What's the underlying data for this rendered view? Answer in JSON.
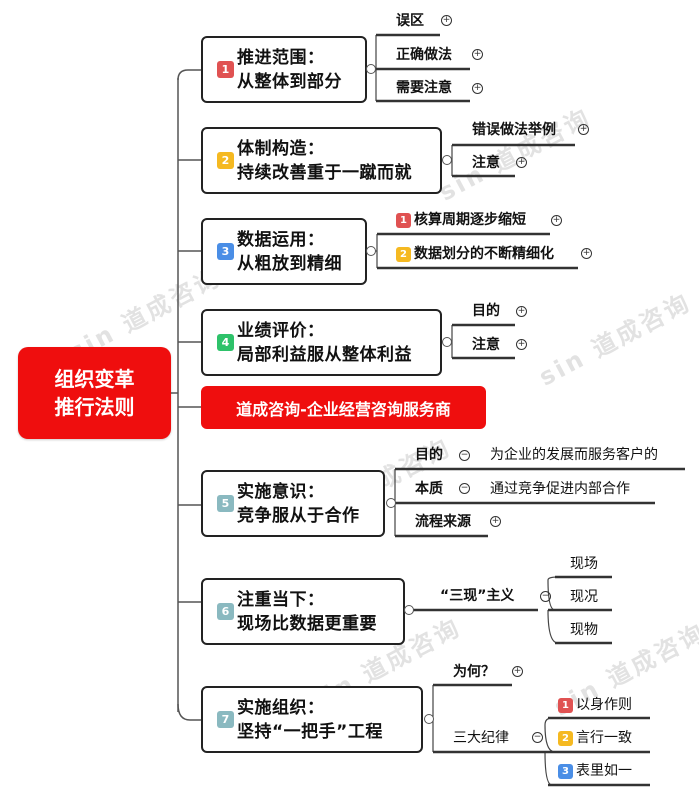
{
  "root": {
    "line1": "组织变革",
    "line2": "推行法则",
    "color": "#ef0e0e"
  },
  "banner": {
    "label": "道成咨询-企业经营咨询服务商",
    "color": "#ef0e0e"
  },
  "badge_colors": {
    "red": "#e05252",
    "yellow": "#f5b921",
    "blue": "#4a8ee6",
    "green": "#2ec26a",
    "teal": "#8ab9c0"
  },
  "topics": [
    {
      "num": "1",
      "title": "推进范围：",
      "subtitle": "从整体到部分",
      "badge_color": "#e05252",
      "children": [
        {
          "label": "误区",
          "expand": "+"
        },
        {
          "label": "正确做法",
          "expand": "+"
        },
        {
          "label": "需要注意",
          "expand": "+"
        }
      ]
    },
    {
      "num": "2",
      "title": "体制构造：",
      "subtitle": "持续改善重于一蹴而就",
      "badge_color": "#f5b921",
      "children": [
        {
          "label": "错误做法举例",
          "expand": "+"
        },
        {
          "label": "注意",
          "expand": "+"
        }
      ]
    },
    {
      "num": "3",
      "title": "数据运用：",
      "subtitle": "从粗放到精细",
      "badge_color": "#4a8ee6",
      "children": [
        {
          "num": "1",
          "label": "核算周期逐步缩短",
          "expand": "+"
        },
        {
          "num": "2",
          "label": "数据划分的不断精细化",
          "expand": "+"
        }
      ]
    },
    {
      "num": "4",
      "title": "业绩评价：",
      "subtitle": "局部利益服从整体利益",
      "badge_color": "#2ec26a",
      "children": [
        {
          "label": "目的",
          "expand": "+"
        },
        {
          "label": "注意",
          "expand": "+"
        }
      ]
    },
    {
      "num": "5",
      "title": "实施意识：",
      "subtitle": "竞争服从于合作",
      "badge_color": "#8ab9c0",
      "children": [
        {
          "label": "目的",
          "expand": "-",
          "detail": "为企业的发展而服务客户的"
        },
        {
          "label": "本质",
          "expand": "-",
          "detail": "通过竞争促进内部合作"
        },
        {
          "label": "流程来源",
          "expand": "+"
        }
      ]
    },
    {
      "num": "6",
      "title": "注重当下：",
      "subtitle": "现场比数据更重要",
      "badge_color": "#8ab9c0",
      "children": [
        {
          "label": "“三现”主义",
          "expand": "-",
          "items": [
            "现场",
            "现况",
            "现物"
          ]
        }
      ]
    },
    {
      "num": "7",
      "title": "实施组织：",
      "subtitle": "坚持“一把手”工程",
      "badge_color": "#8ab9c0",
      "children": [
        {
          "label": "为何？",
          "expand": "+"
        },
        {
          "label": "三大纪律",
          "expand": "-",
          "items": [
            {
              "num": "1",
              "label": "以身作则",
              "color": "#e05252"
            },
            {
              "num": "2",
              "label": "言行一致",
              "color": "#f5b921"
            },
            {
              "num": "3",
              "label": "表里如一",
              "color": "#4a8ee6"
            }
          ]
        }
      ]
    }
  ],
  "watermark": "sin 道成咨询"
}
